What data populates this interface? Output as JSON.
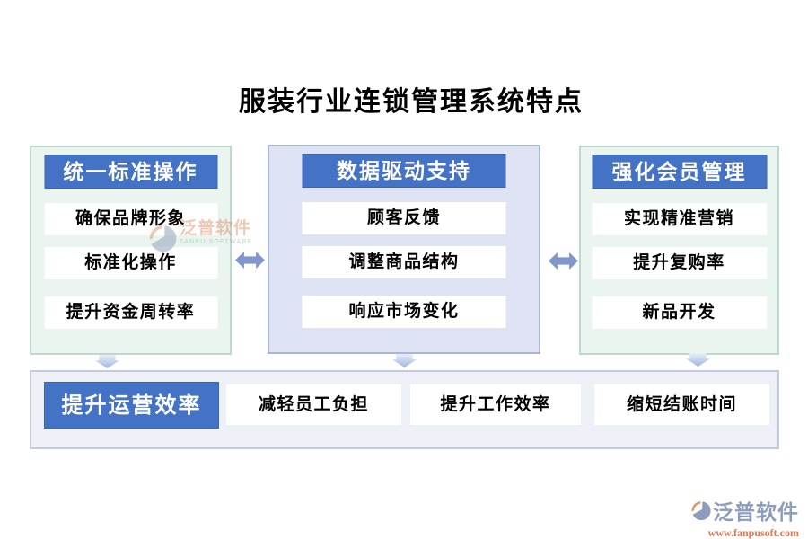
{
  "title": "服装行业连锁管理系统特点",
  "columns": [
    {
      "header": "统一标准操作",
      "items": [
        "确保品牌形象",
        "标准化操作",
        "提升资金周转率"
      ]
    },
    {
      "header": "数据驱动支持",
      "items": [
        "顾客反馈",
        "调整商品结构",
        "响应市场变化"
      ]
    },
    {
      "header": "强化会员管理",
      "items": [
        "实现精准营销",
        "提升复购率",
        "新品开发"
      ]
    }
  ],
  "bottom": {
    "header": "提升运营效率",
    "items": [
      "减轻员工负担",
      "提升工作效率",
      "缩短结账时间"
    ]
  },
  "watermark": {
    "brand": "泛普软件",
    "subtitle": "FANPU SOFTWARE"
  },
  "footer": {
    "brand": "泛普软件",
    "url": "www.fanpusoft.com"
  },
  "icons": {
    "horizontal_arrow": "left-right-arrow-icon",
    "down_arrow": "down-arrow-icon",
    "logo": "fanpu-logo-icon"
  },
  "colors": {
    "header_blue": "#4472c4",
    "mint_bg": "#eaf5ef",
    "mint_border": "#bdd9cc",
    "lavender_bg": "#dee4f3",
    "lavender_border": "#a9b6d6",
    "row_bg": "#eef0f8",
    "row_border": "#c6cbda",
    "arrow_blue": "#8196ce",
    "logo_text": "#8d9cba",
    "logo_url": "#e2764e",
    "watermark_salmon": "#e0926f"
  }
}
